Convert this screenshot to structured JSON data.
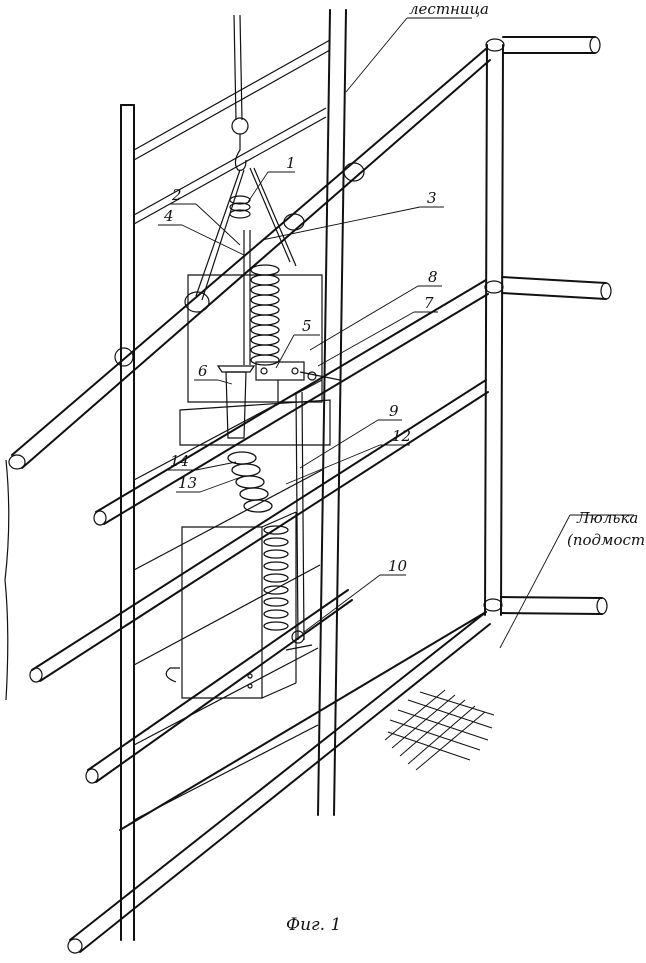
{
  "labels": {
    "ladder": "лестница",
    "cradle_line1": "Люлька",
    "cradle_line2": "(подмости)",
    "caption": "Фиг. 1"
  },
  "part_numbers": [
    "1",
    "2",
    "3",
    "4",
    "5",
    "6",
    "7",
    "8",
    "9",
    "10",
    "12",
    "13",
    "14"
  ]
}
